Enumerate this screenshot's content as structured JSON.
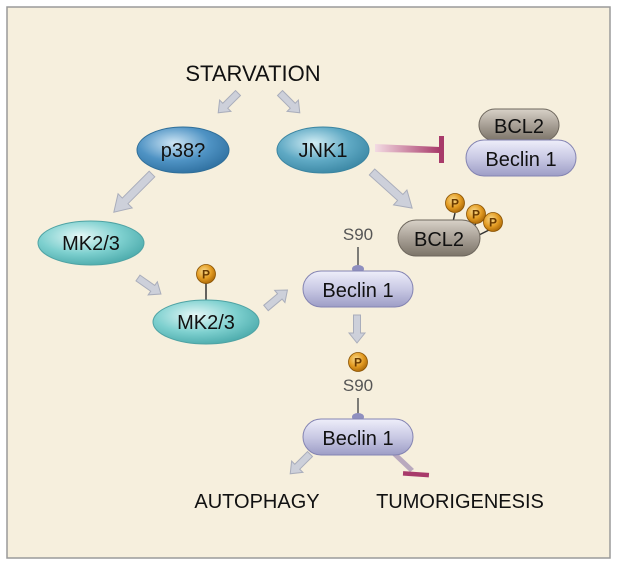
{
  "diagram": {
    "colors": {
      "background": "#f6efdd",
      "border": "#9a9a9a",
      "p38_fill": "#4f93c4",
      "jnk1_fill": "#5fa9c4",
      "mk2_3_fill": "#7ed0cf",
      "beclin_fill": "#c9c9e4",
      "bcl2_fill": "#a8a096",
      "phospho_fill": "#e39b22",
      "arrow_fill": "#cdd0da",
      "inhibit_color": "#a83a6a"
    },
    "nodes": {
      "starvation": "STARVATION",
      "p38": "p38?",
      "jnk1": "JNK1",
      "mk2_3_top": "MK2/3",
      "mk2_3_bottom": "MK2/3",
      "bcl2_complex": "BCL2",
      "beclin_complex": "Beclin 1",
      "bcl2_phospho": "BCL2",
      "beclin_mid": "Beclin 1",
      "beclin_bottom": "Beclin 1",
      "autophagy": "AUTOPHAGY",
      "tumorigenesis": "TUMORIGENESIS"
    },
    "sites": {
      "s90_mid": "S90",
      "s90_bottom": "S90"
    },
    "phospho_label": "P"
  }
}
